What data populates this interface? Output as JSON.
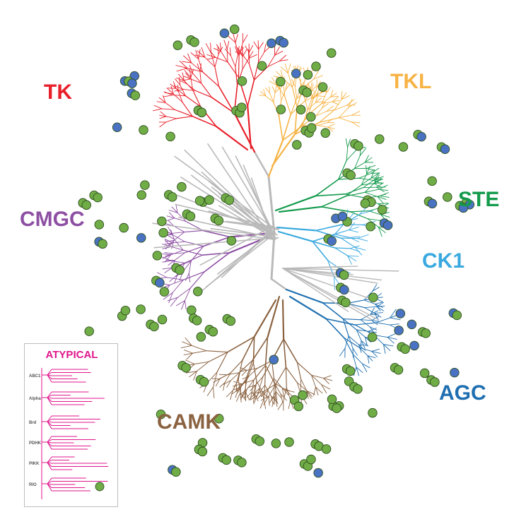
{
  "groups": [
    {
      "key": "tk",
      "label": "TK",
      "color": "#e8202a"
    },
    {
      "key": "tkl",
      "label": "TKL",
      "color": "#f7b345"
    },
    {
      "key": "ste",
      "label": "STE",
      "color": "#139a4b"
    },
    {
      "key": "ck1",
      "label": "CK1",
      "color": "#3aa9df"
    },
    {
      "key": "agc",
      "label": "AGC",
      "color": "#1f6fb0"
    },
    {
      "key": "camk",
      "label": "CAMK",
      "color": "#8a6240"
    },
    {
      "key": "cmgc",
      "label": "CMGC",
      "color": "#8d4fa3"
    }
  ],
  "atypical": {
    "title": "ATYPICAL",
    "color": "#e0158c",
    "subgroups": [
      "ABC1",
      "Alpha",
      "Brd",
      "PDHK",
      "PIKK",
      "RIO"
    ]
  },
  "marker_colors": {
    "green": "#70ad47",
    "blue": "#4a72c2",
    "outline": "#2f4f1f"
  },
  "trunk_color": "#b9b9b9"
}
